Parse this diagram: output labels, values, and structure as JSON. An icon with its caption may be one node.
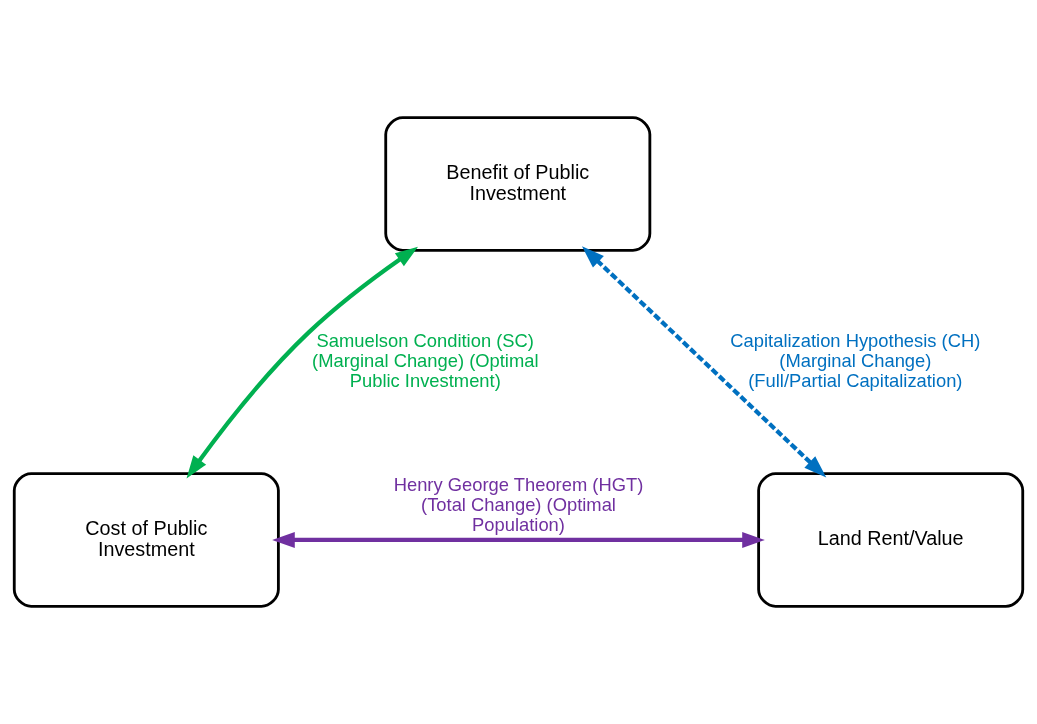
{
  "diagram": {
    "nodes": [
      {
        "text": [
          "Benefit of Public Investment"
        ]
      },
      {
        "text": [
          "Cost of Public Investment"
        ]
      },
      {
        "text": [
          "Land Rent/Value"
        ]
      }
    ],
    "edges": [
      {
        "from": 0,
        "to": 1,
        "arrow": "both",
        "color": "#00b050",
        "label": "Samuelson Condition (SC) (Marginal Change) (Optimal Public Investment)"
      },
      {
        "from": 0,
        "to": 2,
        "arrow": "both",
        "style": "dashed",
        "color": "#0070c0",
        "label": "Capitalization Hypothesis (CH) (Marginal Change) (Full/Partial Capitalization)"
      },
      {
        "from": 1,
        "to": 2,
        "arrow": "both",
        "color": "#7030a0",
        "label": "Henry George Theorem (HGT) (Total Change) (Optimal Population)"
      }
    ]
  }
}
